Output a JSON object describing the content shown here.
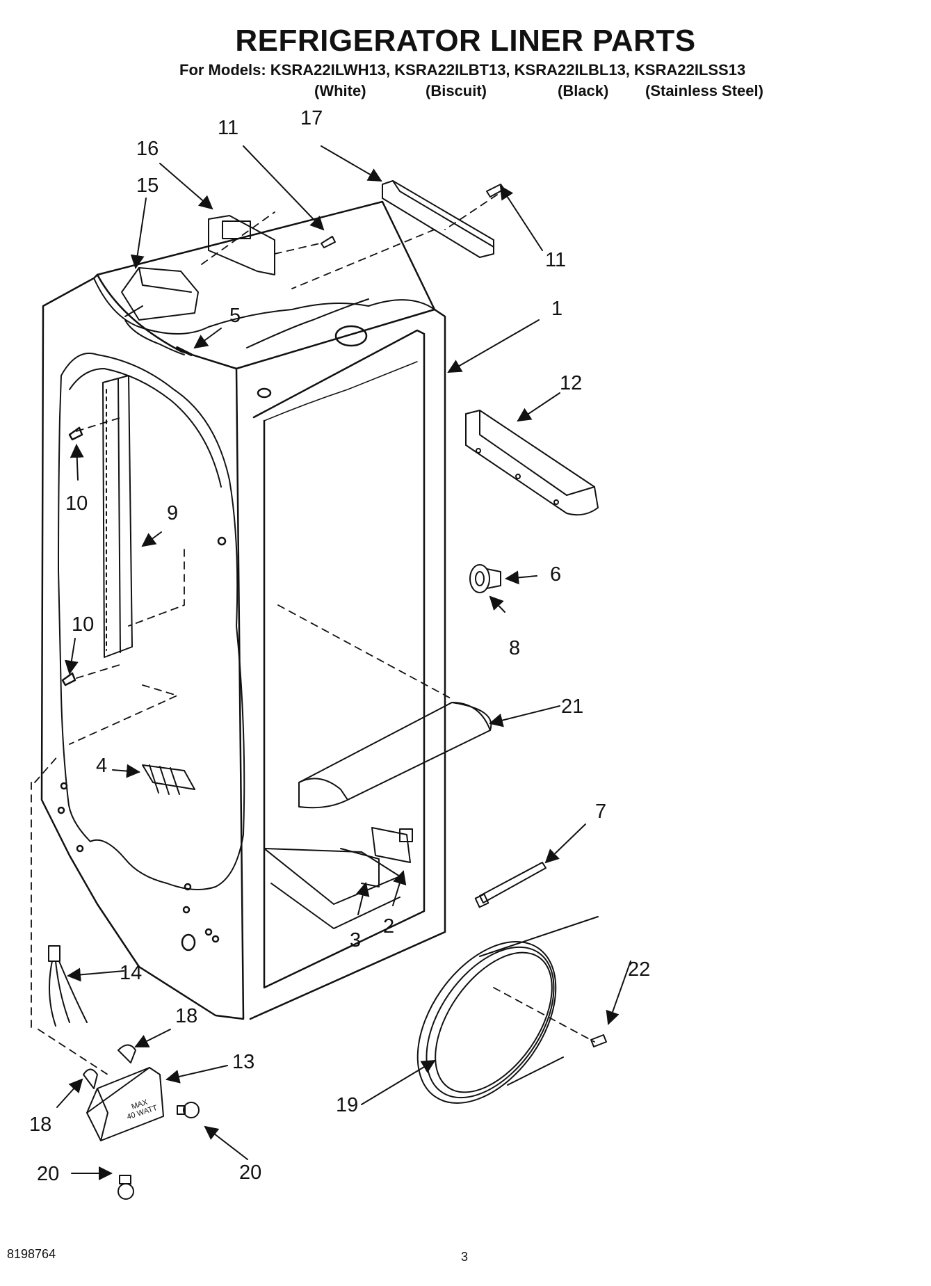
{
  "header": {
    "title": "REFRIGERATOR LINER PARTS",
    "models_line": "For Models: KSRA22ILWH13, KSRA22ILBT13, KSRA22ILBL13, KSRA22ILSS13",
    "colors": [
      "(White)",
      "(Biscuit)",
      "(Black)",
      "(Stainless Steel)"
    ]
  },
  "callouts": {
    "c11a": "11",
    "c17": "17",
    "c16": "16",
    "c15": "15",
    "c11b": "11",
    "c5": "5",
    "c1": "1",
    "c12": "12",
    "c10a": "10",
    "c9": "9",
    "c6": "6",
    "c8": "8",
    "c10b": "10",
    "c21": "21",
    "c4": "4",
    "c7": "7",
    "c3": "3",
    "c2": "2",
    "c14": "14",
    "c22": "22",
    "c18a": "18",
    "c13": "13",
    "c18b": "18",
    "c19": "19",
    "c20a": "20",
    "c20b": "20"
  },
  "lamp_label": {
    "line1": "MAX",
    "line2": "40 WATT"
  },
  "footer": {
    "doc_number": "8198764",
    "page_number": "3"
  }
}
